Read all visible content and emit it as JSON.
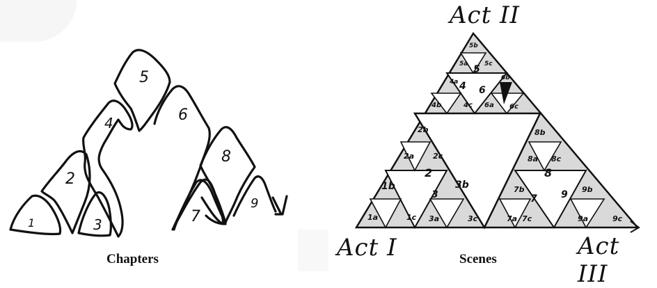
{
  "chapters": {
    "caption": "Chapters",
    "labels": [
      "1",
      "2",
      "3",
      "4",
      "5",
      "6",
      "7",
      "8",
      "9"
    ]
  },
  "scenes": {
    "caption": "Scenes",
    "act_top": "Act II",
    "act_left": "Act I",
    "act_right": "Act III",
    "labels": [
      "1a",
      "1b",
      "1c",
      "2",
      "2a",
      "2b",
      "2c",
      "3",
      "3a",
      "3b",
      "3c",
      "4",
      "4a",
      "4b",
      "4c",
      "5",
      "5a",
      "5b",
      "5c",
      "6",
      "6a",
      "6b",
      "6c",
      "7",
      "7a",
      "7b",
      "7c",
      "8",
      "8a",
      "8b",
      "8c",
      "9",
      "9a",
      "9b",
      "9c"
    ]
  },
  "colors": {
    "shade": "#d9d9d9",
    "ink": "#111111",
    "background": "#ffffff"
  }
}
